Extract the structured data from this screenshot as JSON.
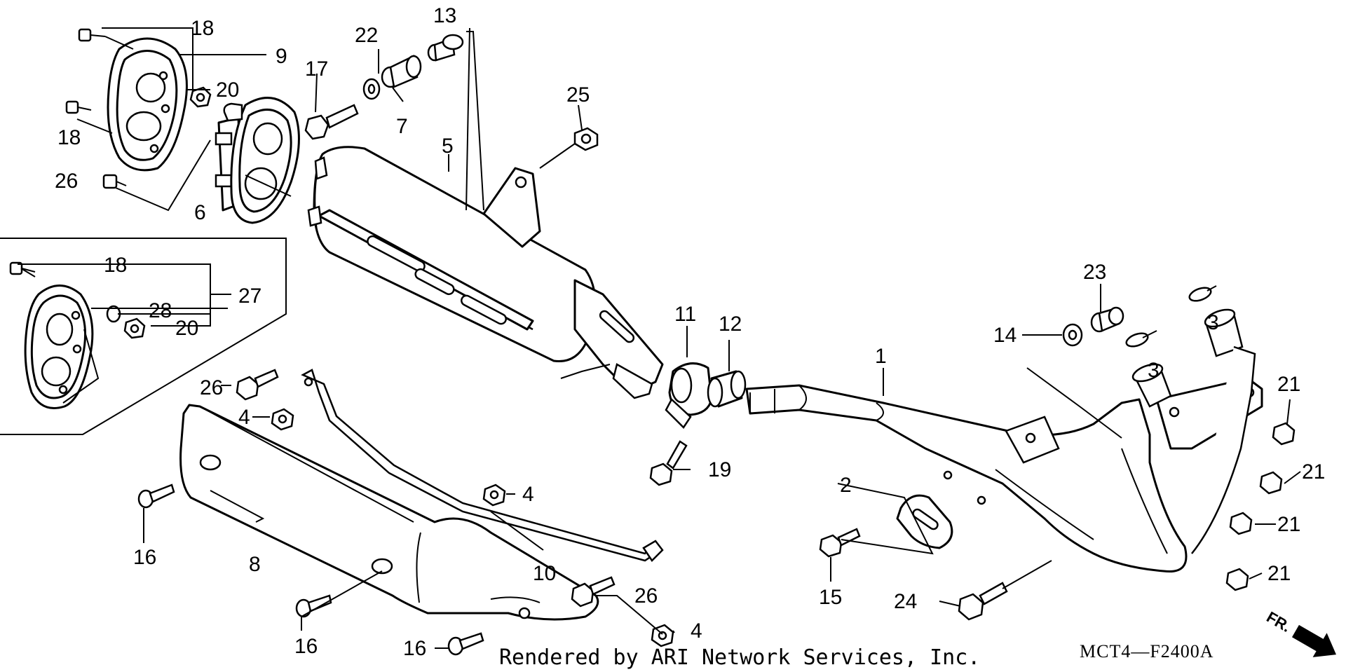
{
  "callouts": [
    {
      "id": "c18a",
      "label": "18"
    },
    {
      "id": "c9",
      "label": "9"
    },
    {
      "id": "c20a",
      "label": "20"
    },
    {
      "id": "c18b",
      "label": "18"
    },
    {
      "id": "c26a",
      "label": "26"
    },
    {
      "id": "c6",
      "label": "6"
    },
    {
      "id": "c22",
      "label": "22"
    },
    {
      "id": "c13",
      "label": "13"
    },
    {
      "id": "c17",
      "label": "17"
    },
    {
      "id": "c7",
      "label": "7"
    },
    {
      "id": "c25",
      "label": "25"
    },
    {
      "id": "c5",
      "label": "5"
    },
    {
      "id": "c18c",
      "label": "18"
    },
    {
      "id": "c27",
      "label": "27"
    },
    {
      "id": "c28",
      "label": "28"
    },
    {
      "id": "c20b",
      "label": "20"
    },
    {
      "id": "c26b",
      "label": "26"
    },
    {
      "id": "c4a",
      "label": "4"
    },
    {
      "id": "c11",
      "label": "11"
    },
    {
      "id": "c12",
      "label": "12"
    },
    {
      "id": "c1",
      "label": "1"
    },
    {
      "id": "c23",
      "label": "23"
    },
    {
      "id": "c14",
      "label": "14"
    },
    {
      "id": "c3a",
      "label": "3"
    },
    {
      "id": "c3b",
      "label": "3"
    },
    {
      "id": "c21a",
      "label": "21"
    },
    {
      "id": "c21b",
      "label": "21"
    },
    {
      "id": "c21c",
      "label": "21"
    },
    {
      "id": "c21d",
      "label": "21"
    },
    {
      "id": "c19",
      "label": "19"
    },
    {
      "id": "c2",
      "label": "2"
    },
    {
      "id": "c15",
      "label": "15"
    },
    {
      "id": "c24",
      "label": "24"
    },
    {
      "id": "c16a",
      "label": "16"
    },
    {
      "id": "c8",
      "label": "8"
    },
    {
      "id": "c4b",
      "label": "4"
    },
    {
      "id": "c10",
      "label": "10"
    },
    {
      "id": "c26c",
      "label": "26"
    },
    {
      "id": "c16b",
      "label": "16"
    },
    {
      "id": "c16c",
      "label": "16"
    },
    {
      "id": "c4c",
      "label": "4"
    }
  ],
  "footer": {
    "credit": "Rendered by ARI Network Services, Inc.",
    "diagram_code": "MCT4—F2400A",
    "direction_label": "FR."
  }
}
